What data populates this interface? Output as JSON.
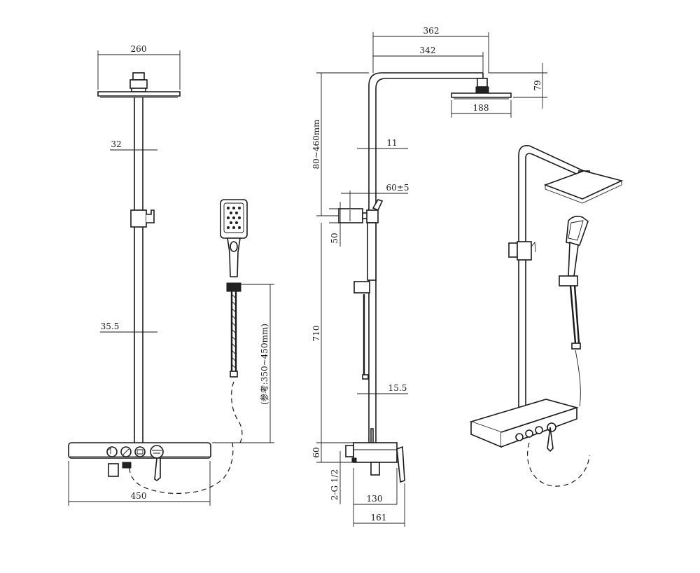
{
  "front_view": {
    "head_width": "260",
    "pipe_upper": "32",
    "pipe_lower": "35.5",
    "shelf_width": "450",
    "hose_length": "(参考:350~450mm)"
  },
  "side_view": {
    "arm_total": "362",
    "arm_reach": "342",
    "head_height": "79",
    "head_width": "188",
    "adjust_range": "80~460mm",
    "pipe_upper": "11",
    "bracket_offset": "60±5",
    "bracket_height": "50",
    "riser_height": "710",
    "pipe_lower": "15.5",
    "valve_height": "60",
    "inlet_thread": "2-G 1/2",
    "valve_depth": "130",
    "valve_total": "161"
  }
}
